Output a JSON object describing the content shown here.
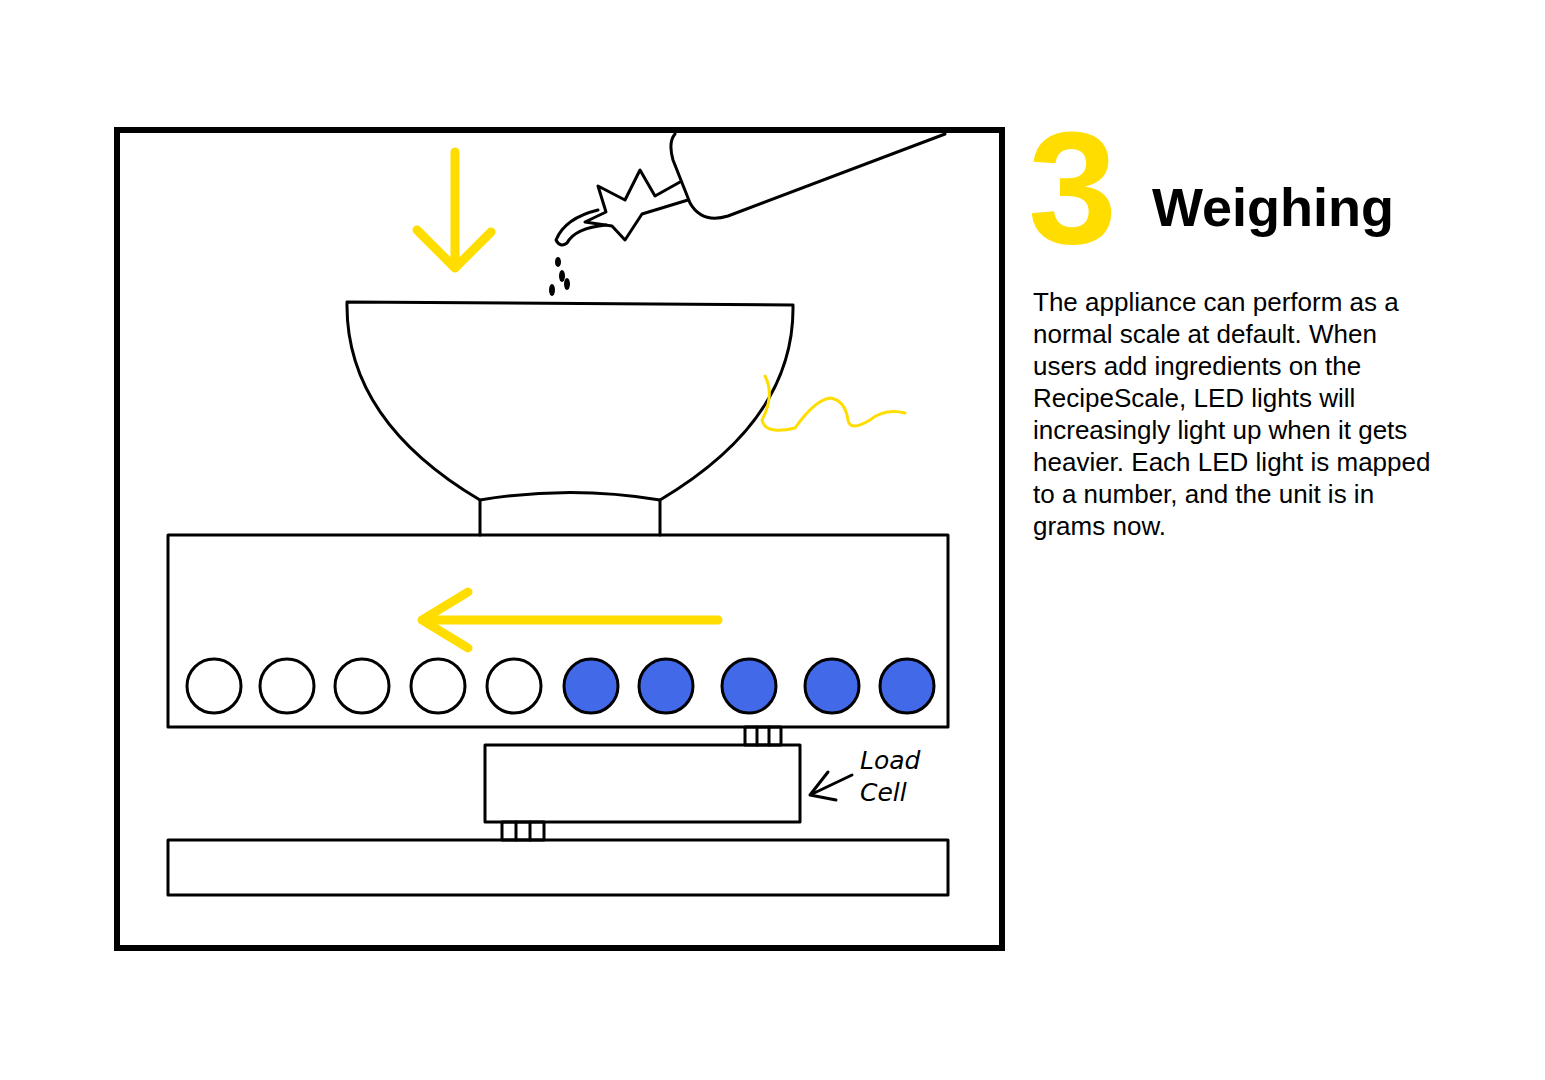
{
  "diagram": {
    "title": "Weighing",
    "caption": "The appliance can perform as a normal scale at default. When users add ingredients on the RecipeScale, LED lights will increasingly light up when it gets heavier. Each LED light is mapped to a number, and the unit is in grams now.",
    "labels": [
      "3",
      "Load Cell"
    ]
  }
}
